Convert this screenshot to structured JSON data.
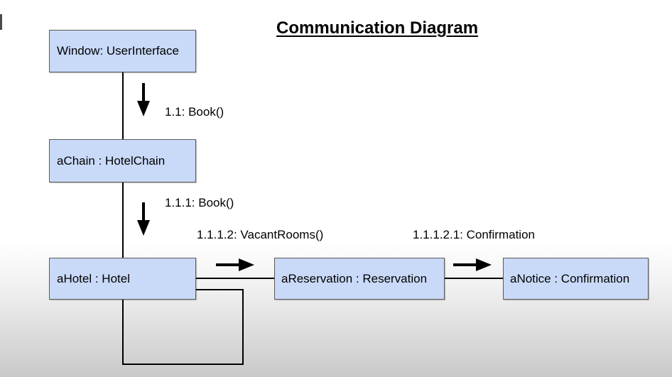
{
  "diagram": {
    "title": "Communication Diagram",
    "objects": [
      {
        "id": "window",
        "label": "Window: UserInterface"
      },
      {
        "id": "achain",
        "label": "aChain : HotelChain"
      },
      {
        "id": "ahotel",
        "label": "aHotel : Hotel"
      },
      {
        "id": "areservation",
        "label": "aReservation : Reservation"
      },
      {
        "id": "anotice",
        "label": "aNotice : Confirmation"
      }
    ],
    "messages": [
      {
        "label": "1.1: Book()",
        "direction": "down"
      },
      {
        "label": "1.1.1: Book()",
        "direction": "down"
      },
      {
        "label": "1.1.1.2: VacantRooms()",
        "direction": "right"
      },
      {
        "label": "1.1.1.2.1: Confirmation",
        "direction": "right"
      }
    ]
  }
}
